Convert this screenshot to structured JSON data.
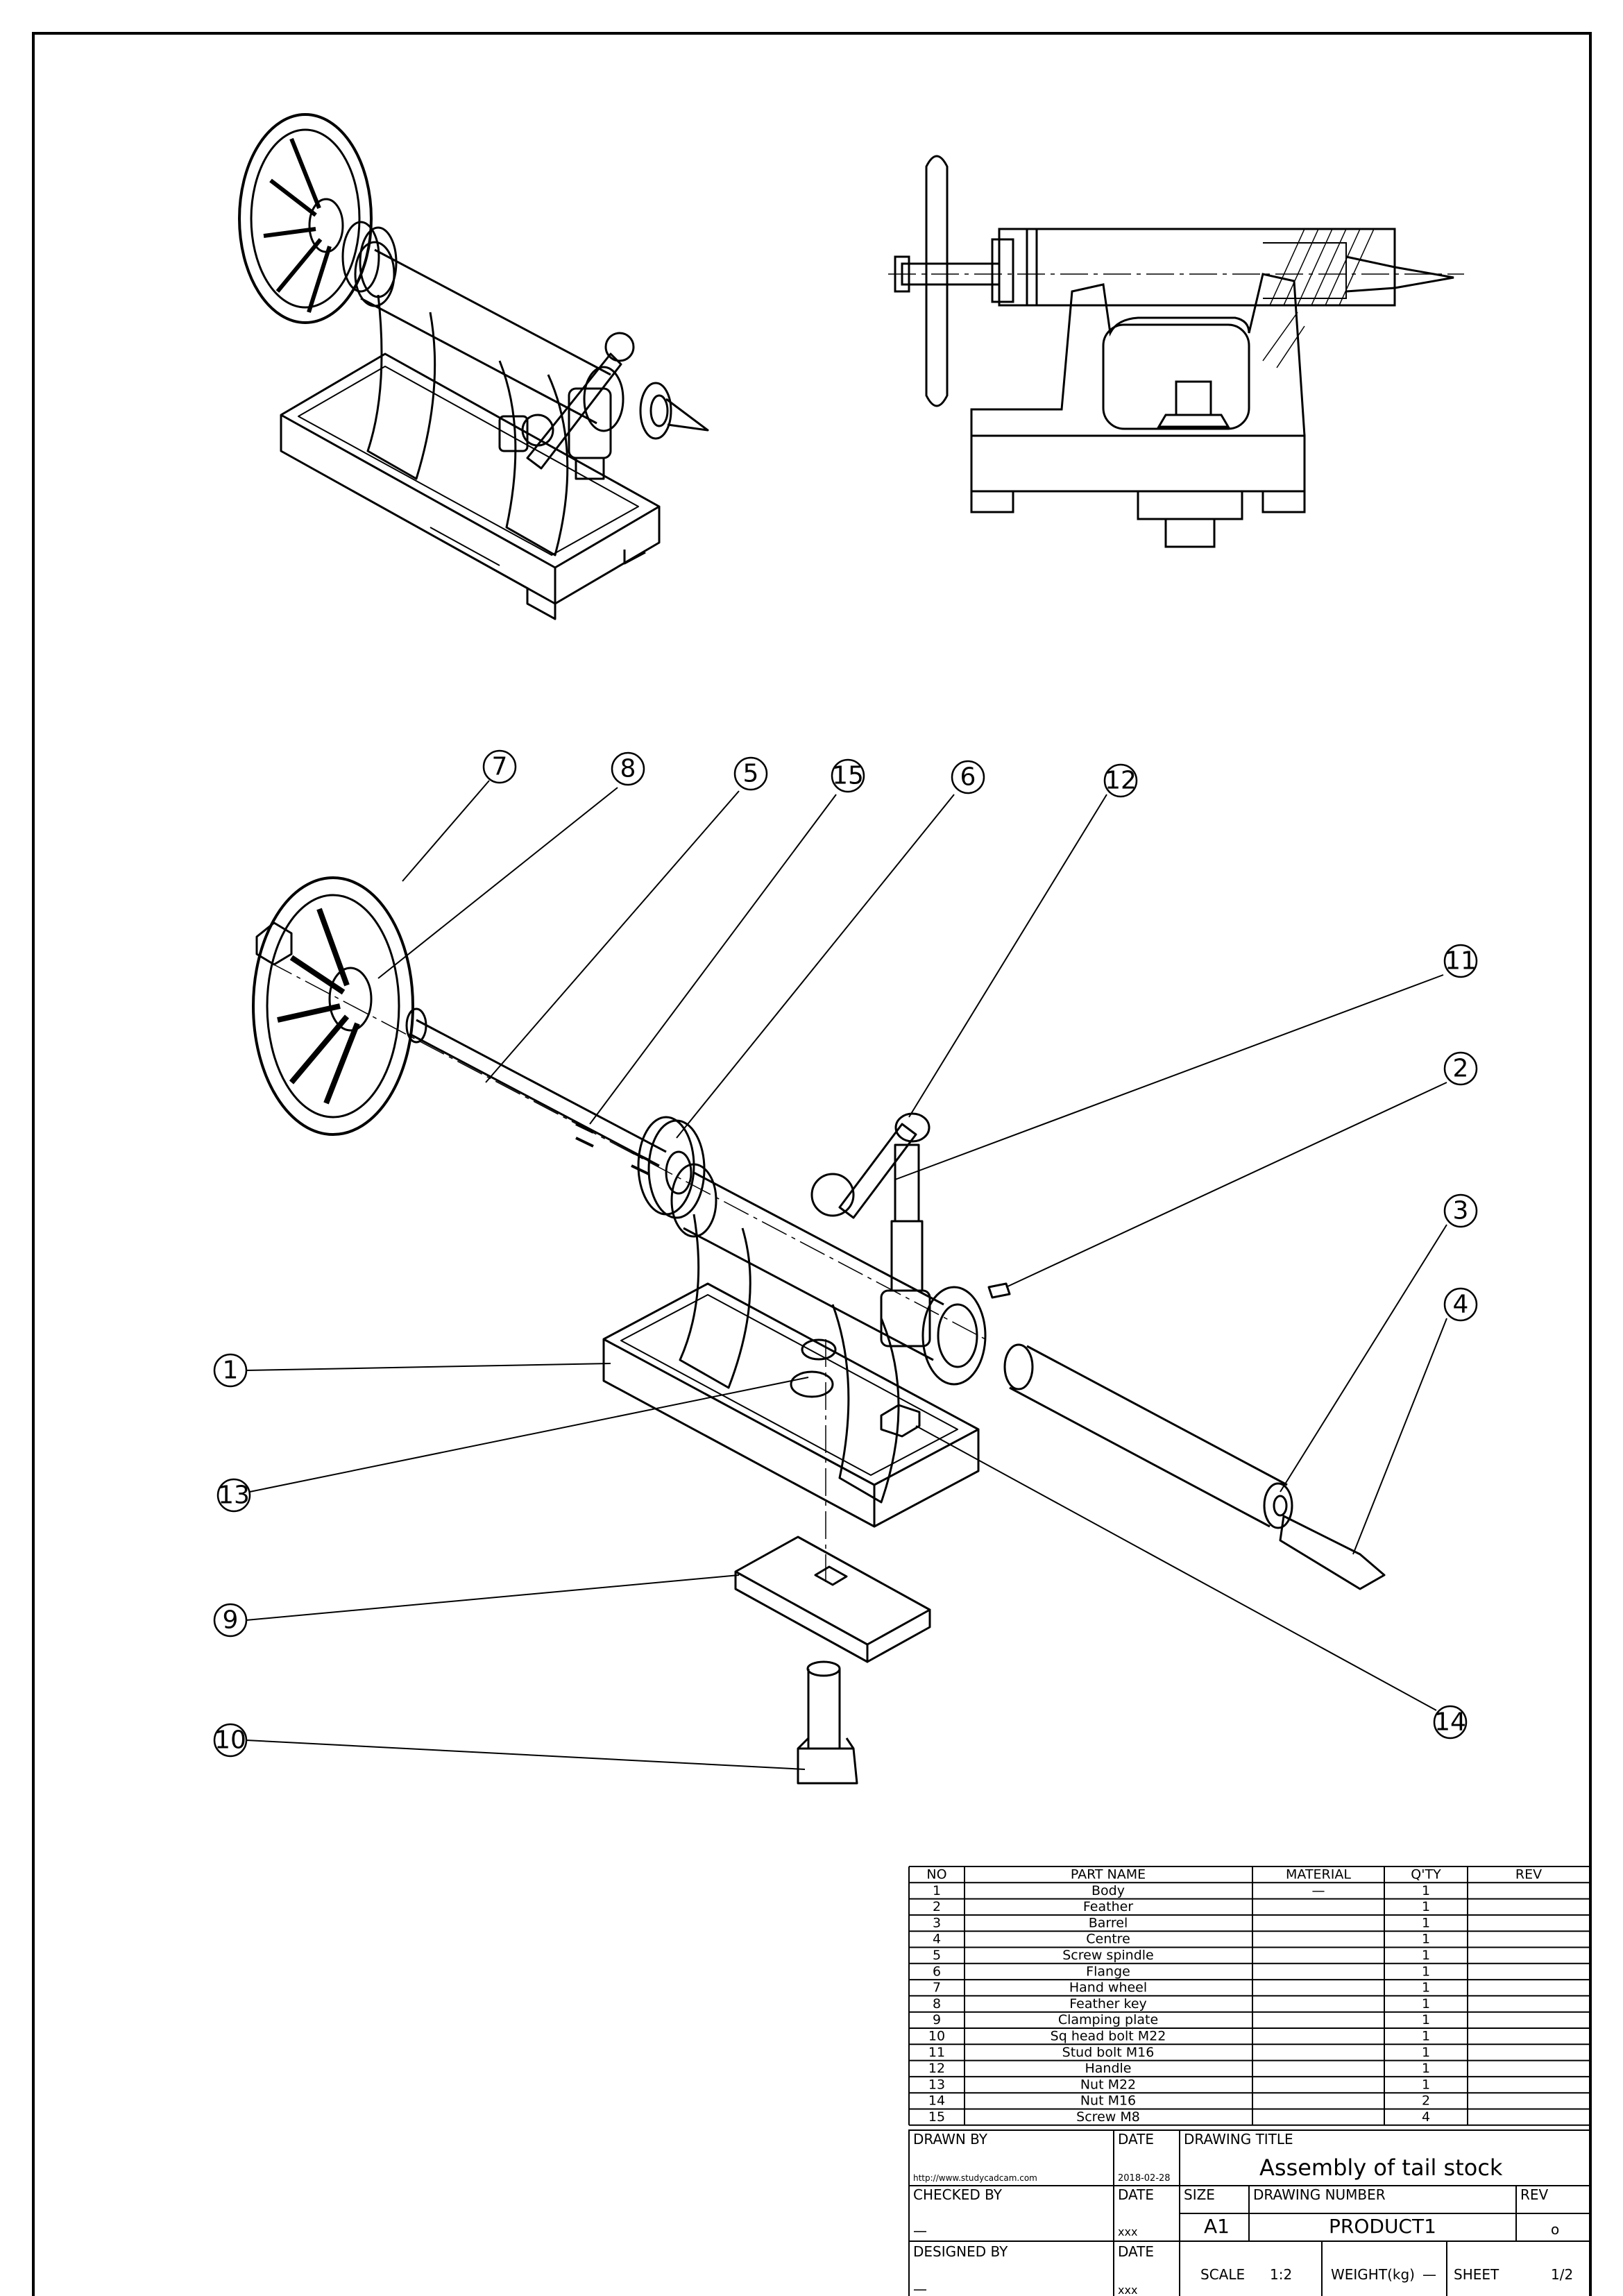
{
  "balloons": [
    "7",
    "8",
    "5",
    "15",
    "6",
    "12",
    "11",
    "2",
    "3",
    "4",
    "14",
    "1",
    "13",
    "9",
    "10"
  ],
  "bom": {
    "headers": {
      "no": "NO",
      "part_name": "PART NAME",
      "material": "MATERIAL",
      "qty": "Q'TY",
      "rev": "REV"
    },
    "rows": [
      {
        "no": "1",
        "name": "Body",
        "material": "—",
        "qty": "1"
      },
      {
        "no": "2",
        "name": "Feather",
        "material": "",
        "qty": "1"
      },
      {
        "no": "3",
        "name": "Barrel",
        "material": "",
        "qty": "1"
      },
      {
        "no": "4",
        "name": "Centre",
        "material": "",
        "qty": "1"
      },
      {
        "no": "5",
        "name": "Screw spindle",
        "material": "",
        "qty": "1"
      },
      {
        "no": "6",
        "name": "Flange",
        "material": "",
        "qty": "1"
      },
      {
        "no": "7",
        "name": "Hand wheel",
        "material": "",
        "qty": "1"
      },
      {
        "no": "8",
        "name": "Feather key",
        "material": "",
        "qty": "1"
      },
      {
        "no": "9",
        "name": "Clamping plate",
        "material": "",
        "qty": "1"
      },
      {
        "no": "10",
        "name": "Sq head bolt M22",
        "material": "",
        "qty": "1"
      },
      {
        "no": "11",
        "name": "Stud bolt M16",
        "material": "",
        "qty": "1"
      },
      {
        "no": "12",
        "name": "Handle",
        "material": "",
        "qty": "1"
      },
      {
        "no": "13",
        "name": "Nut M22",
        "material": "",
        "qty": "1"
      },
      {
        "no": "14",
        "name": "Nut M16",
        "material": "",
        "qty": "2"
      },
      {
        "no": "15",
        "name": "Screw M8",
        "material": "",
        "qty": "4"
      }
    ]
  },
  "title_block": {
    "drawn_by_label": "DRAWN BY",
    "drawn_by": "http://www.studycadcam.com",
    "date_label": "DATE",
    "date": "2018-02-28",
    "drawing_title_label": "DRAWING TITLE",
    "drawing_title": "Assembly of tail stock",
    "checked_by_label": "CHECKED BY",
    "checked_by": "—",
    "checked_date": "xxx",
    "size_label": "SIZE",
    "size": "A1",
    "drawing_number_label": "DRAWING NUMBER",
    "drawing_number": "PRODUCT1",
    "rev_label": "REV",
    "rev": "o",
    "designed_by_label": "DESIGNED BY",
    "designed_by": "—",
    "designed_date": "xxx",
    "scale_label": "SCALE",
    "scale": "1:2",
    "weight_label": "WEIGHT(kg)",
    "weight": "—",
    "sheet_label": "SHEET",
    "sheet": "1/2"
  }
}
